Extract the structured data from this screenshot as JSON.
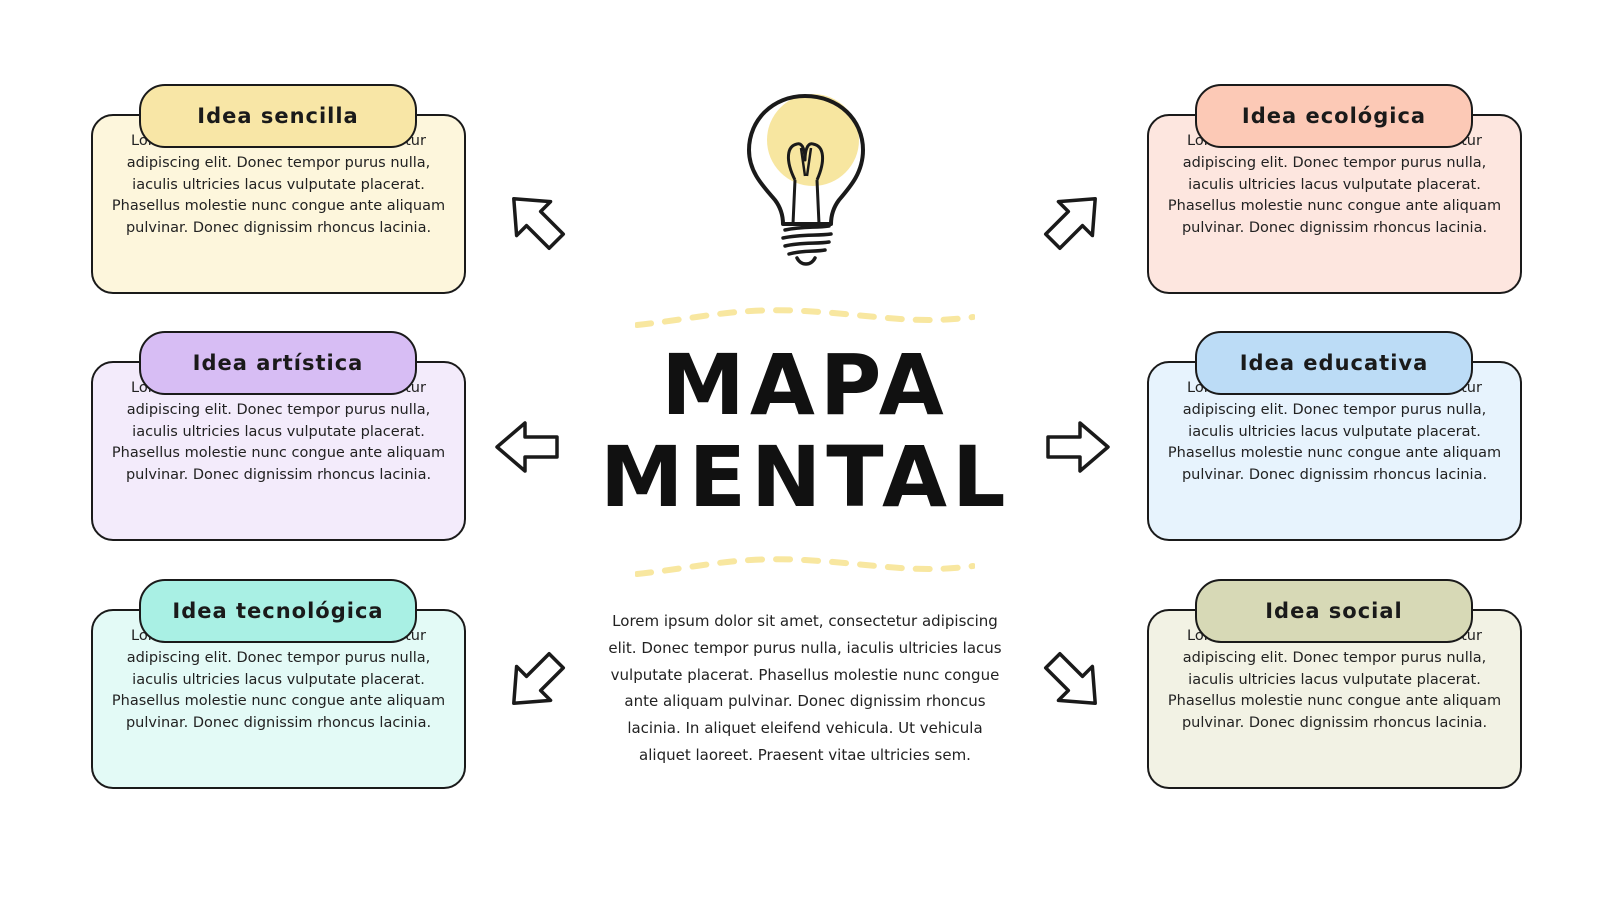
{
  "title": {
    "line1": "MAPA",
    "line2": "MENTAL"
  },
  "lorem": "Lorem ipsum dolor sit amet, consectetur adipiscing elit. Donec tempor purus nulla, iaculis ultricies lacus vulputate placerat. Phasellus molestie nunc congue ante aliquam pulvinar. Donec dignissim rhoncus lacinia.",
  "center_text": "Lorem ipsum dolor sit amet, consectetur adipiscing elit. Donec tempor purus nulla, iaculis ultricies lacus vulputate placerat. Phasellus molestie nunc congue ante aliquam pulvinar. Donec dignissim rhoncus lacinia. In aliquet eleifend vehicula. Ut vehicula aliquet laoreet. Praesent vitae ultricies sem.",
  "cards": [
    {
      "title": "Idea sencilla",
      "text": "Lorem ipsum dolor sit amet, consectetur adipiscing elit. Donec tempor purus nulla, iaculis ultricies lacus vulputate placerat. Phasellus molestie nunc congue ante aliquam pulvinar. Donec dignissim rhoncus lacinia.",
      "tab_color": "#f8e6a6",
      "body_color": "#fdf6dc"
    },
    {
      "title": "Idea artística",
      "text": "Lorem ipsum dolor sit amet, consectetur adipiscing elit. Donec tempor purus nulla, iaculis ultricies lacus vulputate placerat. Phasellus molestie nunc congue ante aliquam pulvinar. Donec dignissim rhoncus lacinia.",
      "tab_color": "#d7bdf4",
      "body_color": "#f3ebfb"
    },
    {
      "title": "Idea tecnológica",
      "text": "Lorem ipsum dolor sit amet, consectetur adipiscing elit. Donec tempor purus nulla, iaculis ultricies lacus vulputate placerat. Phasellus molestie nunc congue ante aliquam pulvinar. Donec dignissim rhoncus lacinia.",
      "tab_color": "#a9f0e4",
      "body_color": "#e3faf6"
    },
    {
      "title": "Idea ecológica",
      "text": "Lorem ipsum dolor sit amet, consectetur adipiscing elit. Donec tempor purus nulla, iaculis ultricies lacus vulputate placerat. Phasellus molestie nunc congue ante aliquam pulvinar. Donec dignissim rhoncus lacinia.",
      "tab_color": "#fcc9b6",
      "body_color": "#fde6df"
    },
    {
      "title": "Idea educativa",
      "text": "Lorem ipsum dolor sit amet, consectetur adipiscing elit. Donec tempor purus nulla, iaculis ultricies lacus vulputate placerat. Phasellus molestie nunc congue ante aliquam pulvinar. Donec dignissim rhoncus lacinia.",
      "tab_color": "#bcdcf6",
      "body_color": "#e7f3fd"
    },
    {
      "title": "Idea social",
      "text": "Lorem ipsum dolor sit amet, consectetur adipiscing elit. Donec tempor purus nulla, iaculis ultricies lacus vulputate placerat. Phasellus molestie nunc congue ante aliquam pulvinar. Donec dignissim rhoncus lacinia.",
      "tab_color": "#d7d9b6",
      "body_color": "#f2f2e4"
    }
  ],
  "colors": {
    "outline": "#1a1a1a",
    "dash": "#f8e7a0",
    "bulb_fill": "#f7e6a0"
  },
  "icons": {
    "bulb": "lightbulb-icon",
    "arrow": "arrow-icon"
  }
}
